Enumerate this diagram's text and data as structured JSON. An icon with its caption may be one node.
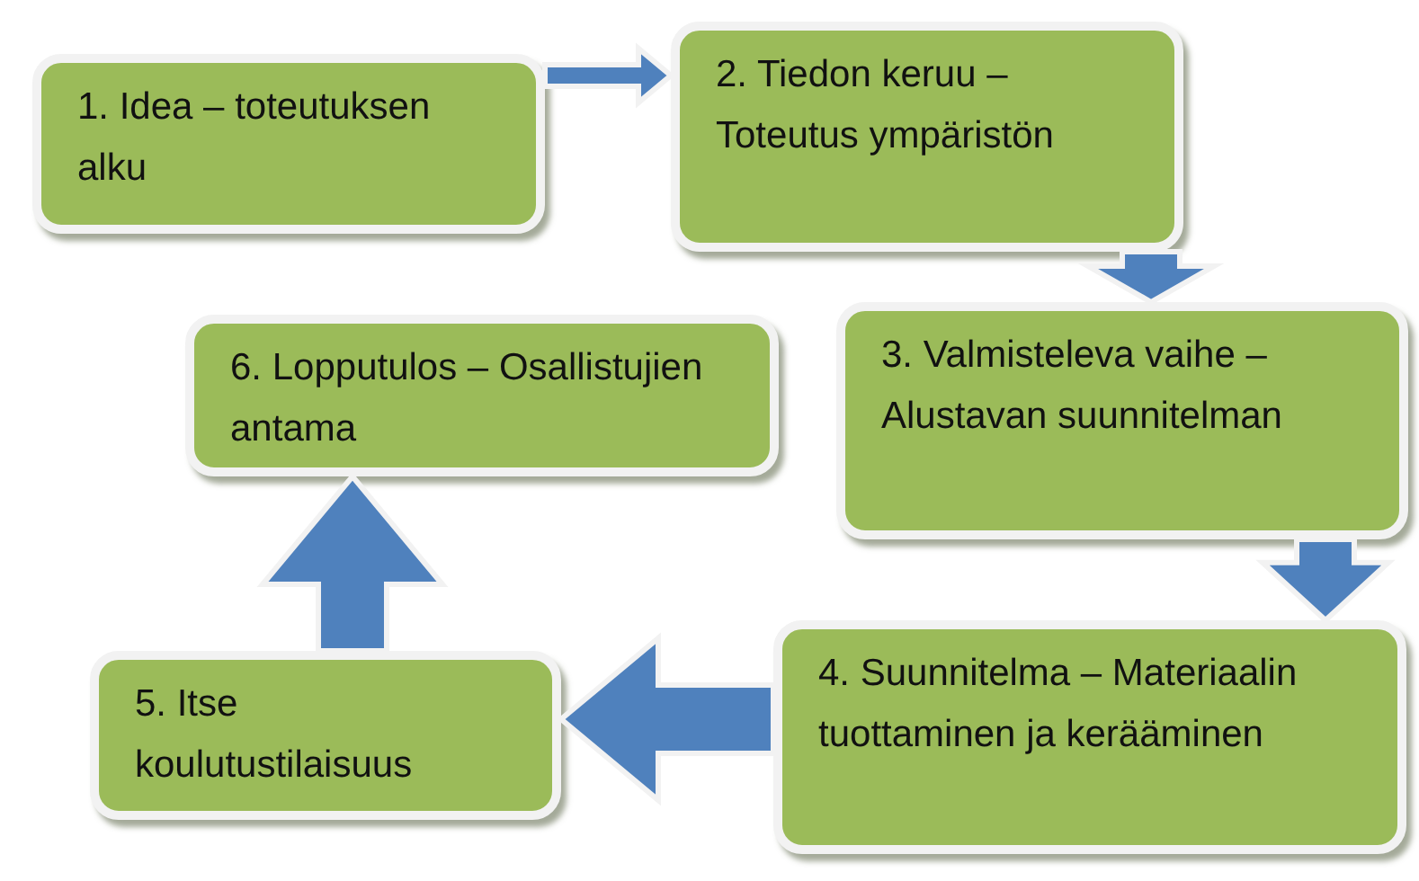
{
  "diagram": {
    "nodes": [
      {
        "text": [
          "1. Idea – toteutuksen alku"
        ]
      },
      {
        "text": [
          "2. Tiedon keruu – Toteutus ympäristön"
        ]
      },
      {
        "text": [
          "3. Valmisteleva vaihe – Alustavan suunnitelman"
        ]
      },
      {
        "text": [
          "4. Suunnitelma – Materiaalin tuottaminen ja kerääminen"
        ]
      },
      {
        "text": [
          "5. Itse koulutustilaisuus"
        ]
      },
      {
        "text": [
          "6. Lopputulos – Osallistujien antama"
        ]
      }
    ],
    "edges": [
      {
        "from": 0,
        "to": 1,
        "arrow": "to"
      },
      {
        "from": 1,
        "to": 2,
        "arrow": "to"
      },
      {
        "from": 2,
        "to": 3,
        "arrow": "to"
      },
      {
        "from": 3,
        "to": 4,
        "arrow": "to"
      },
      {
        "from": 4,
        "to": 5,
        "arrow": "to"
      }
    ]
  }
}
